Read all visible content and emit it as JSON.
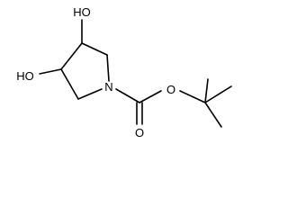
{
  "molecule": {
    "atoms": {
      "oh_top": "HO",
      "oh_left": "HO",
      "nitrogen": "N",
      "ester_oxygen": "O",
      "carbonyl_oxygen": "O"
    },
    "colors": {
      "bond": "#000000",
      "label": "#000000",
      "background": "#ffffff"
    }
  }
}
